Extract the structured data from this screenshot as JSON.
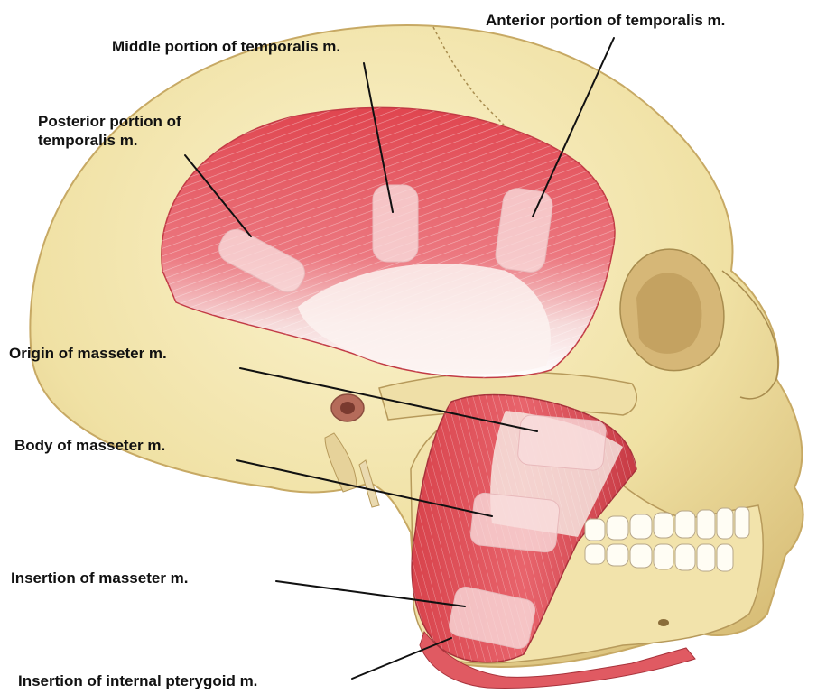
{
  "labels": {
    "anterior_temporalis": "Anterior portion of temporalis m.",
    "middle_temporalis": "Middle portion of temporalis m.",
    "posterior_temporalis_line1": "Posterior portion of",
    "posterior_temporalis_line2": "temporalis m.",
    "origin_masseter": "Origin of masseter m.",
    "body_masseter": "Body of masseter m.",
    "insertion_masseter": "Insertion of masseter m.",
    "insertion_internal_pterygoid": "Insertion of internal pterygoid m."
  },
  "colors": {
    "bone": "#f3e7b0",
    "bone_shadow": "#d8c07a",
    "muscle": "#e6565f",
    "muscle_light": "#f4a3a6",
    "tendon": "#f7f3ee",
    "pad": "#f7d9da",
    "leader_line": "#111111"
  }
}
